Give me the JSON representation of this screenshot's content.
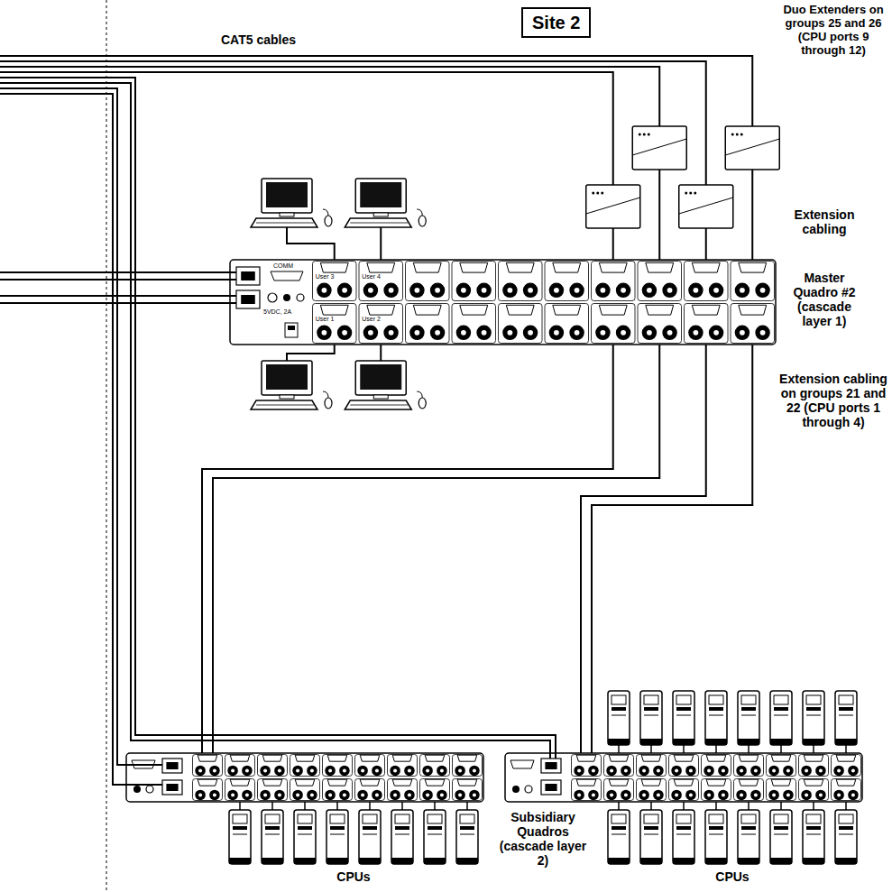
{
  "diagram": {
    "nodes": [
      {
        "text": [
          "Site 2"
        ]
      }
    ],
    "labels": [
      "CAT5 cables",
      "Duo Extenders on groups 25 and 26 (CPU ports 9 through 12)",
      "Extension cabling",
      "Master Quadro #2 (cascade layer 1)",
      "Extension cabling on groups 21 and 22 (CPU ports 1 through 4)",
      "Subsidiary Quadros (cascade layer 2)",
      "CPUs",
      "CPUs",
      "User 3",
      "User 4",
      "User 1",
      "User 2",
      "COMM",
      "5VDC, 2A"
    ]
  }
}
